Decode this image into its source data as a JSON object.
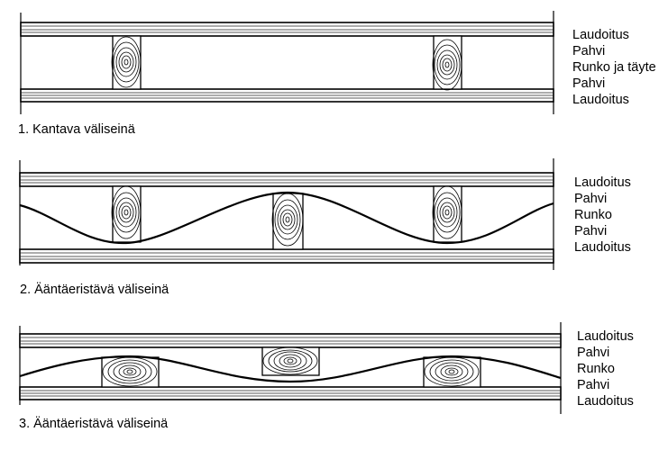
{
  "diagrams": [
    {
      "caption": "1. Kantava väliseinä",
      "layers": [
        "Laudoitus",
        "Pahvi",
        "Runko ja täyte",
        "Pahvi",
        "Laudoitus"
      ]
    },
    {
      "caption": "2. Ääntäeristävä väliseinä",
      "layers": [
        "Laudoitus",
        "Pahvi",
        "Runko",
        "Pahvi",
        "Laudoitus"
      ]
    },
    {
      "caption": "3. Ääntäeristävä väliseinä",
      "layers": [
        "Laudoitus",
        "Pahvi",
        "Runko",
        "Pahvi",
        "Laudoitus"
      ]
    }
  ]
}
